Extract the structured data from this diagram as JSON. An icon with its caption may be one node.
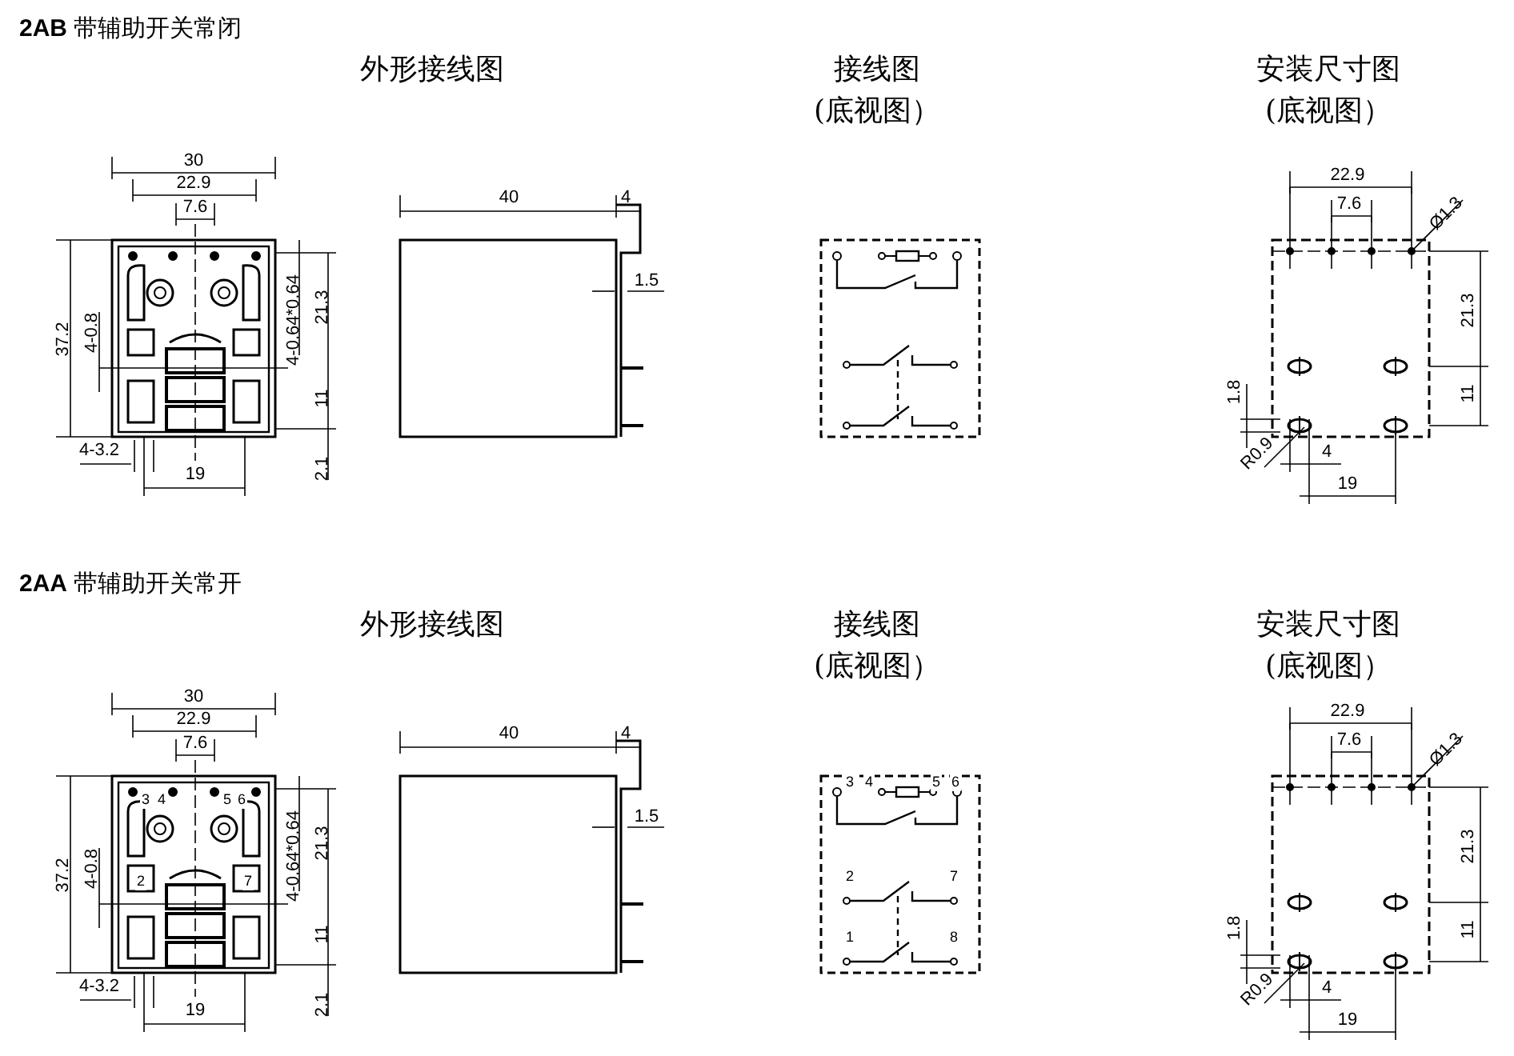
{
  "diagram": {
    "labels": [
      "**2AB** 带辅助开关常闭",
      "外形接线图",
      "接线图",
      "(底视图）",
      "安装尺寸图",
      "(底视图）",
      "30",
      "22.9",
      "7.6",
      "37.2",
      "4-0.8",
      "4-0.64*0.64",
      "21.3",
      "11",
      "4-3.2",
      "19",
      "2.1",
      "40",
      "4",
      "1.5",
      "22.9",
      "7.6",
      "Ø1.3",
      "21.3",
      "1.8",
      "11",
      "R0.9",
      "4",
      "19",
      "**2AA** 带辅助开关常开",
      "外形接线图",
      "接线图",
      "(底视图）",
      "安装尺寸图",
      "(底视图）",
      "30",
      "22.9",
      "7.6",
      "37.2",
      "4-0.8",
      "4-0.64*0.64",
      "21.3",
      "11",
      "4-3.2",
      "19",
      "2.1",
      "3",
      "4",
      "5",
      "6",
      "2",
      "7",
      "40",
      "4",
      "1.5",
      "3",
      "4",
      "5",
      "6",
      "2",
      "7",
      "1",
      "8",
      "22.9",
      "7.6",
      "Ø1.3",
      "21.3",
      "1.8",
      "11",
      "R0.9",
      "4",
      "19"
    ]
  }
}
